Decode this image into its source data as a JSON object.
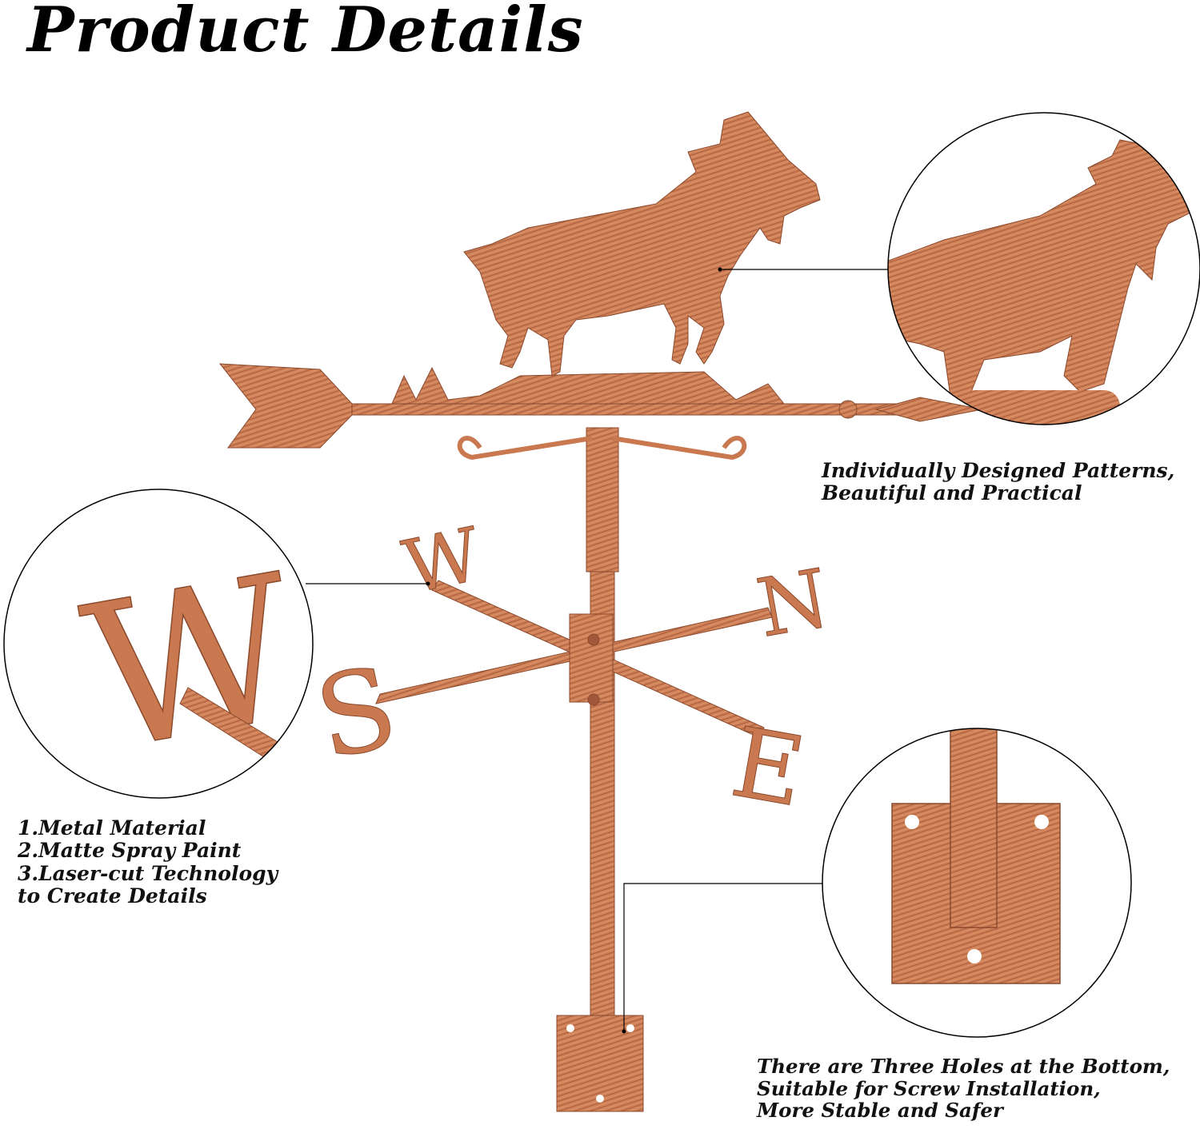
{
  "header": {
    "title": "Product Details"
  },
  "callouts": {
    "patterns": {
      "lines": [
        "Individually Designed Patterns,",
        "Beautiful and Practical"
      ]
    },
    "material": {
      "lines": [
        "1.Metal Material",
        "2.Matte Spray Paint",
        "3.Laser-cut Technology",
        "to Create Details"
      ]
    },
    "holes": {
      "lines": [
        "There are Three Holes at the Bottom,",
        "Suitable for Screw Installation,",
        "More Stable and Safer"
      ]
    }
  },
  "compass": {
    "west": "W",
    "north": "N",
    "south": "S",
    "east": "E"
  },
  "colors": {
    "copper": "#c9784f",
    "copper_dark": "#8a4a2e",
    "text": "#111111"
  }
}
